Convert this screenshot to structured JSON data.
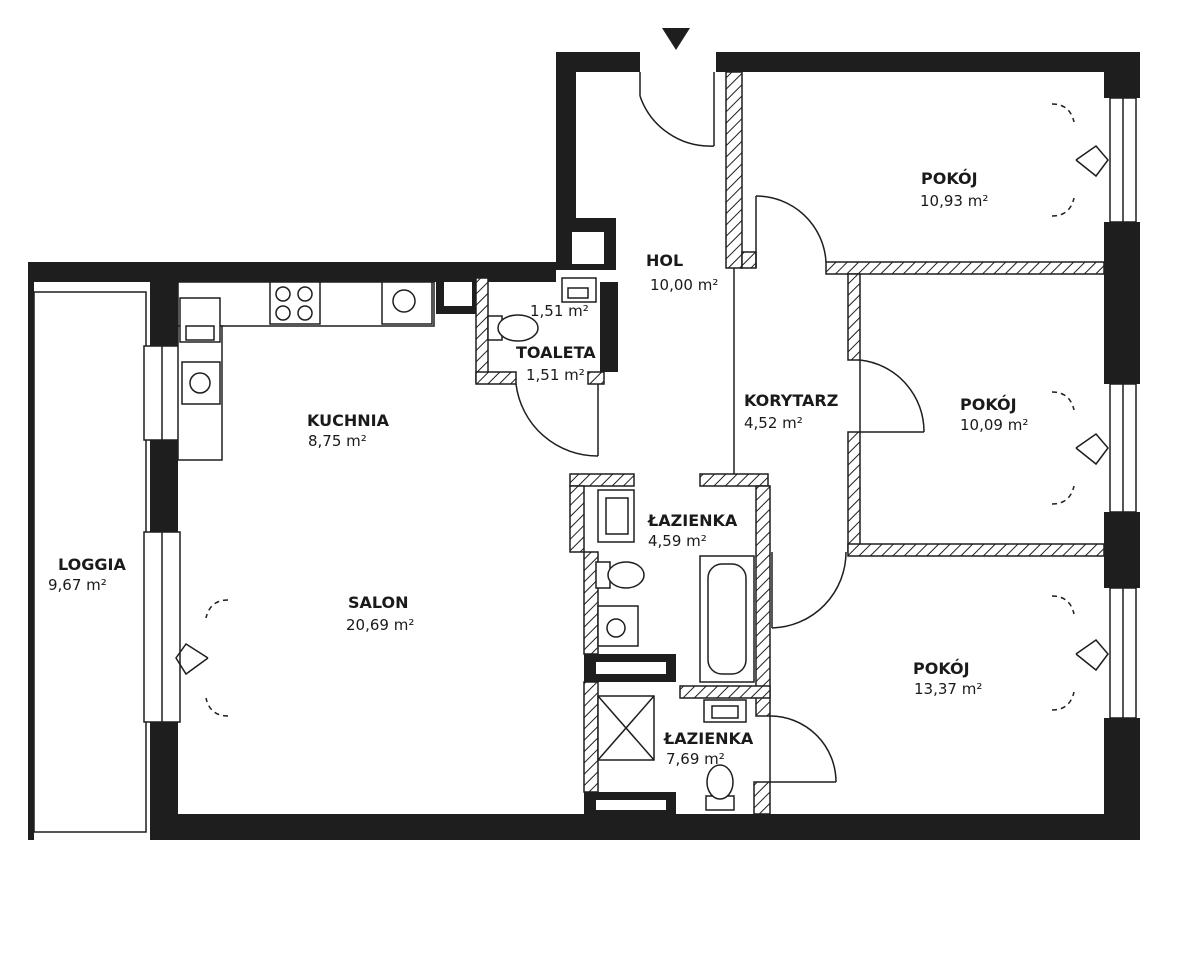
{
  "plan": {
    "entrance_marker": "entrance",
    "rooms": [
      {
        "name": "HOL",
        "area": "10,00 m²"
      },
      {
        "name": "POKÓJ",
        "area": "10,93 m²"
      },
      {
        "name": "TOALETA",
        "area": "1,51 m²"
      },
      {
        "name": "",
        "area": "1,51 m²"
      },
      {
        "name": "KUCHNIA",
        "area": "8,75 m²"
      },
      {
        "name": "KORYTARZ",
        "area": "4,52 m²"
      },
      {
        "name": "POKÓJ",
        "area": "10,09 m²"
      },
      {
        "name": "ŁAZIENKA",
        "area": "4,59 m²"
      },
      {
        "name": "LOGGIA",
        "area": "9,67 m²"
      },
      {
        "name": "SALON",
        "area": "20,69 m²"
      },
      {
        "name": "POKÓJ",
        "area": "13,37 m²"
      },
      {
        "name": "ŁAZIENKA",
        "area": "7,69 m²"
      }
    ]
  }
}
